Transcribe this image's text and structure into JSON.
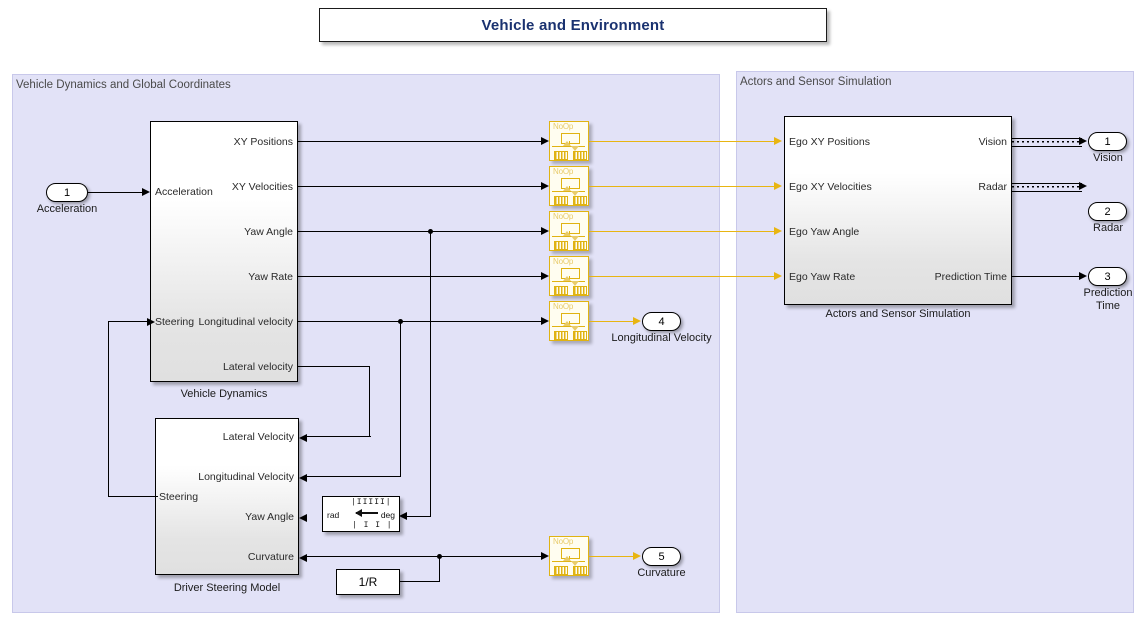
{
  "title": {
    "text": "Vehicle and Environment"
  },
  "subsystems": [
    {
      "label": "Vehicle Dynamics and Global Coordinates"
    },
    {
      "label": "Actors and Sensor Simulation"
    }
  ],
  "blocks": {
    "vehicle_dynamics": {
      "name": "Vehicle Dynamics",
      "inputs": [
        "Acceleration",
        "Steering"
      ],
      "outputs": [
        "XY Positions",
        "XY Velocities",
        "Yaw Angle",
        "Yaw Rate",
        "Longitudinal velocity",
        "Lateral velocity"
      ]
    },
    "driver_steering": {
      "name": "Driver Steering Model",
      "inputs": [
        "Steering"
      ],
      "outputs": [
        "Lateral Velocity",
        "Longitudinal Velocity",
        "Yaw Angle",
        "Curvature"
      ]
    },
    "actors_sensor": {
      "name": "Actors and Sensor Simulation",
      "inputs": [
        "Ego XY Positions",
        "Ego XY Velocities",
        "Ego Yaw Angle",
        "Ego Yaw Rate"
      ],
      "outputs": [
        "Vision",
        "Radar",
        "Prediction Time"
      ]
    },
    "converter": {
      "left_unit": "rad",
      "right_unit": "deg",
      "icon": "unit-conversion-icon"
    },
    "gain": {
      "label": "1/R"
    },
    "noop": {
      "caption": "NoOp",
      "count": 6
    }
  },
  "ports": {
    "inputs": [
      {
        "number": "1",
        "label": "Acceleration"
      }
    ],
    "outputs": [
      {
        "number": "1",
        "label": "Vision"
      },
      {
        "number": "2",
        "label": "Radar"
      },
      {
        "number": "3",
        "label": "Prediction\nTime"
      },
      {
        "number": "4",
        "label": "Longitudinal Velocity"
      },
      {
        "number": "5",
        "label": "Curvature"
      }
    ],
    "prediction_time_line1": "Prediction",
    "prediction_time_line2": "Time"
  },
  "colors": {
    "title_text": "#1a3270",
    "subsystem_background": "#e2e2f7",
    "signal_logging": "#e8b512",
    "signal": "#000000",
    "canvas": "#ffffff"
  }
}
